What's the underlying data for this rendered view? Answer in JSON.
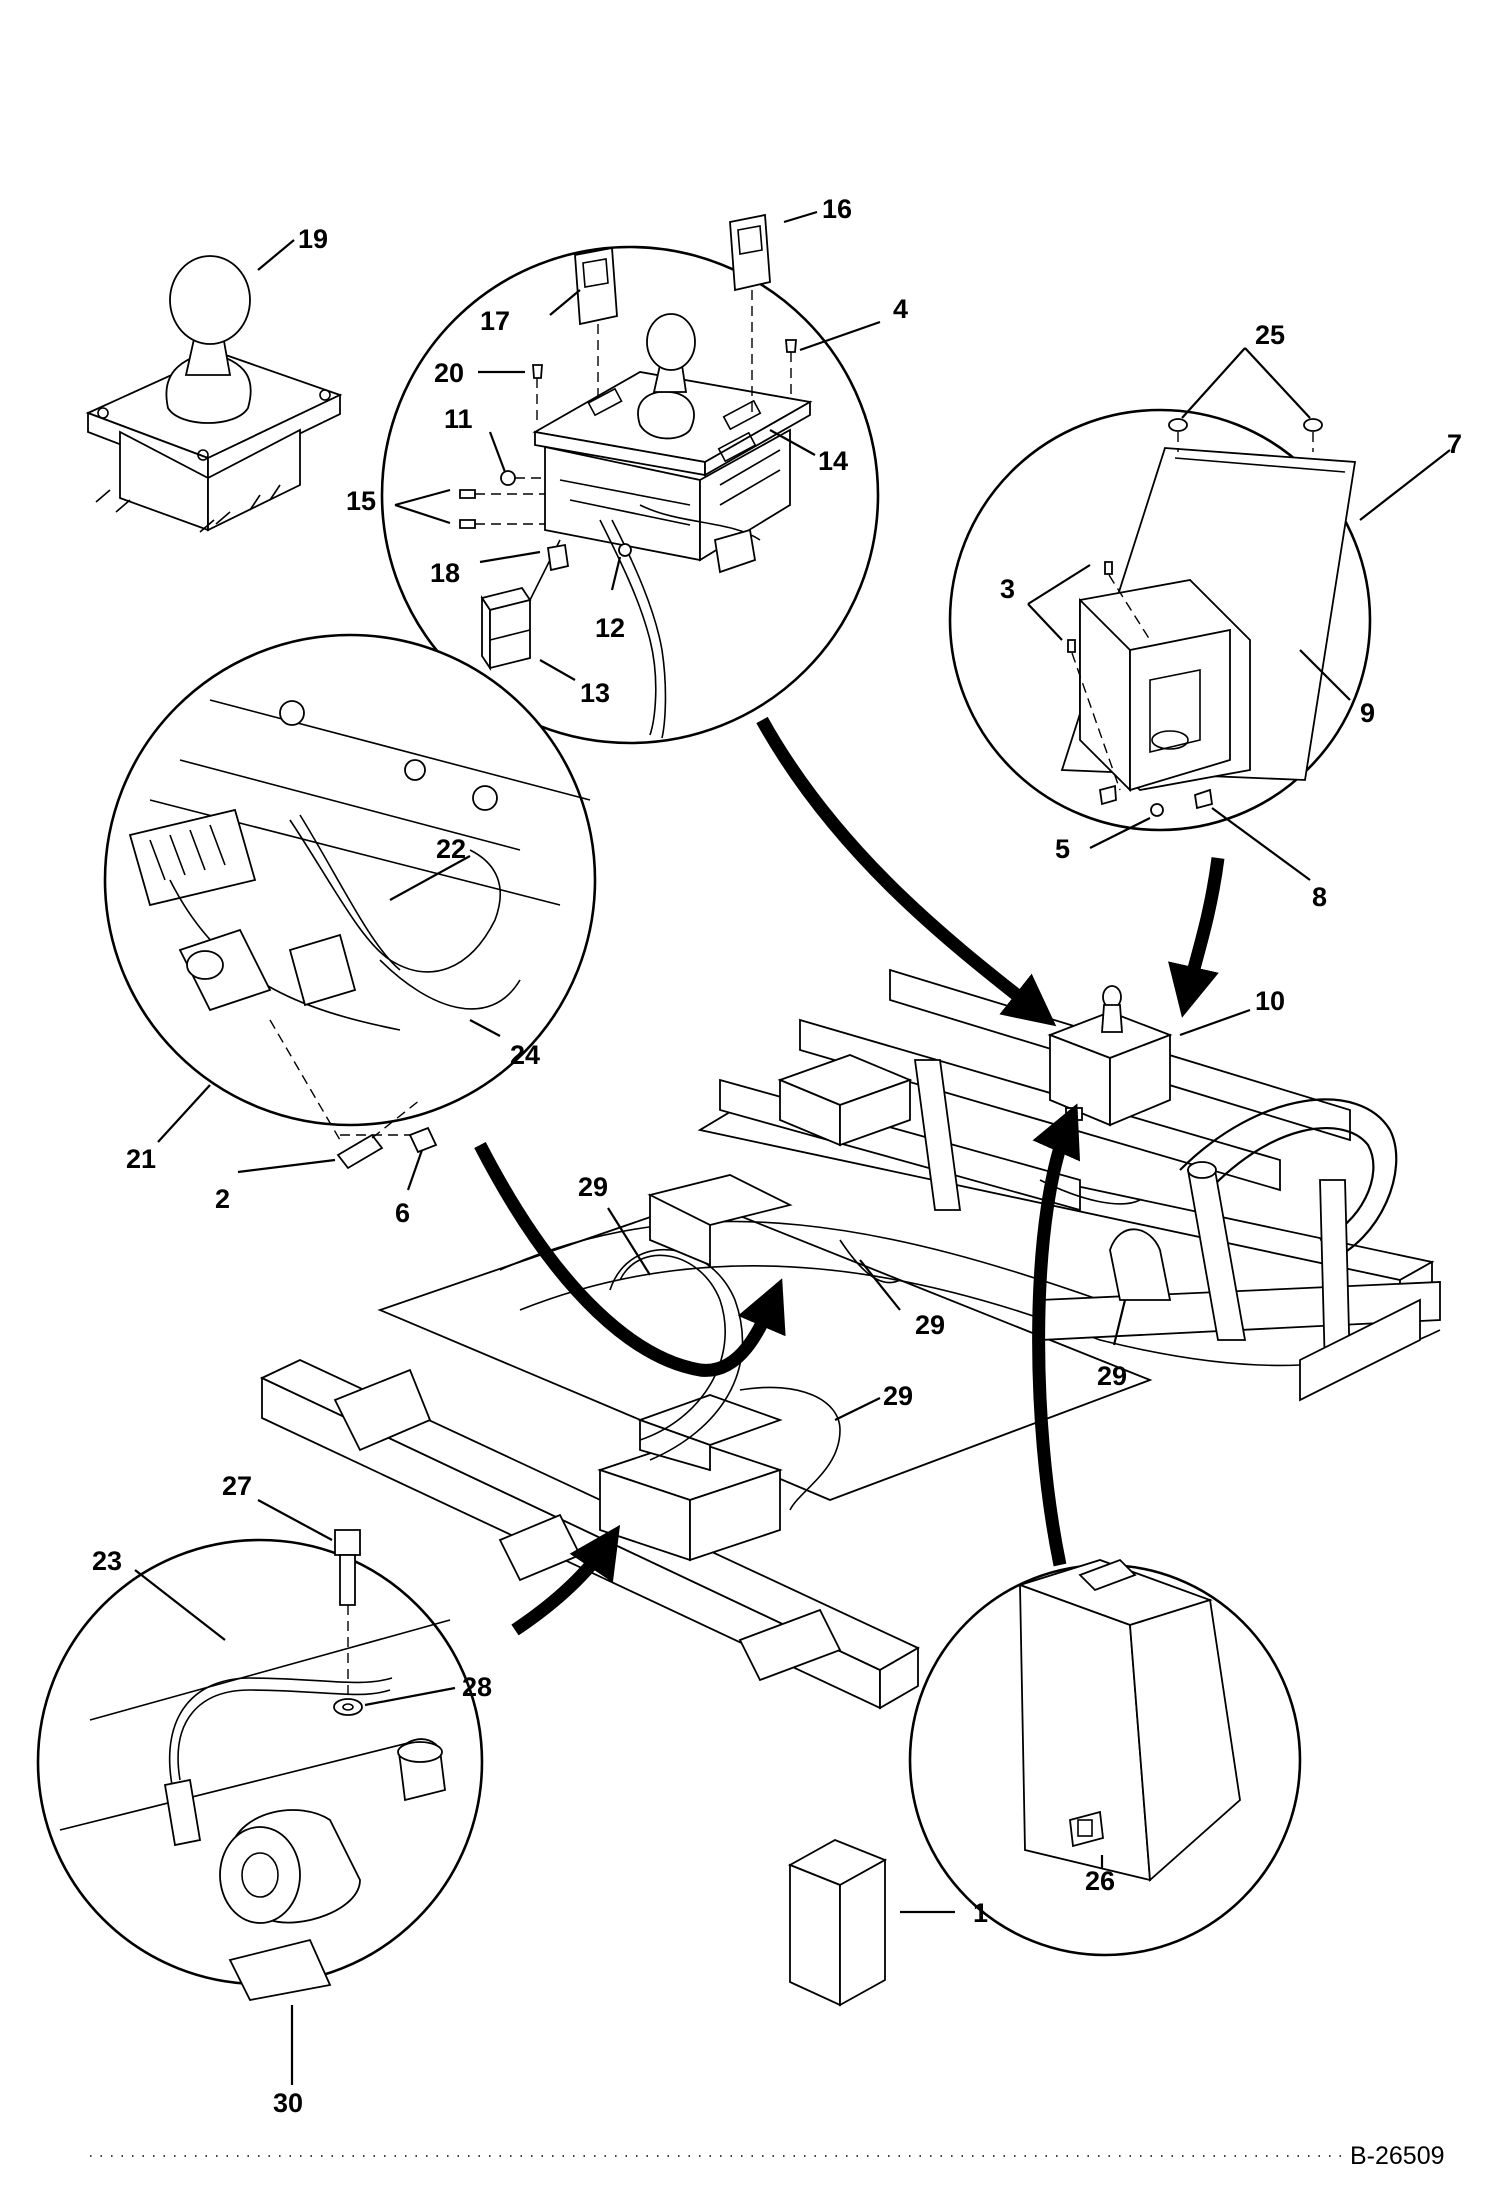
{
  "figure_id": "B-26509",
  "callouts": {
    "c1": "1",
    "c2": "2",
    "c3": "3",
    "c4": "4",
    "c5": "5",
    "c6": "6",
    "c7": "7",
    "c8": "8",
    "c9": "9",
    "c10": "10",
    "c11": "11",
    "c12": "12",
    "c13": "13",
    "c14": "14",
    "c15": "15",
    "c16": "16",
    "c17": "17",
    "c18": "18",
    "c19": "19",
    "c20": "20",
    "c21": "21",
    "c22": "22",
    "c23": "23",
    "c24": "24",
    "c25": "25",
    "c26": "26",
    "c27": "27",
    "c28": "28",
    "c29a": "29",
    "c29b": "29",
    "c29c": "29",
    "c29d": "29",
    "c30": "30"
  }
}
